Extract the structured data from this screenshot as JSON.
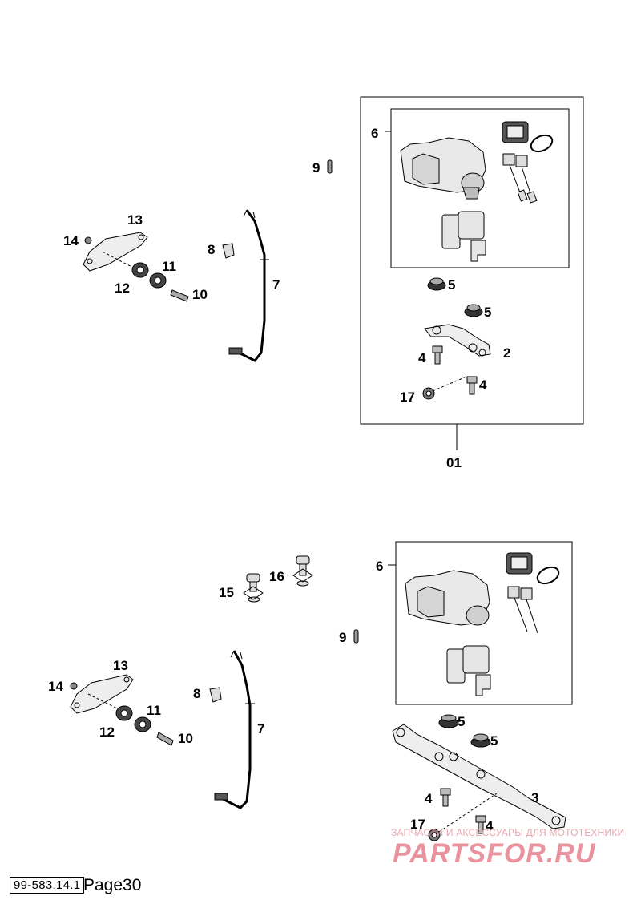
{
  "diagram_title": "",
  "top_assembly": {
    "group_label": "01",
    "labels": {
      "p6": "6",
      "p9": "9",
      "p8": "8",
      "p7": "7",
      "p13": "13",
      "p14": "14",
      "p11": "11",
      "p12": "12",
      "p10": "10",
      "p5a": "5",
      "p5b": "5",
      "p4a": "4",
      "p2": "2",
      "p17": "17",
      "p4b": "4"
    }
  },
  "bottom_assembly": {
    "labels": {
      "p6": "6",
      "p9": "9",
      "p15": "15",
      "p16": "16",
      "p13": "13",
      "p14": "14",
      "p8": "8",
      "p11": "11",
      "p12": "12",
      "p10": "10",
      "p7": "7",
      "p5a": "5",
      "p5b": "5",
      "p4a": "4",
      "p3": "3",
      "p17": "17",
      "p4b": "4"
    }
  },
  "footer": {
    "code": "99-583.14.1",
    "page": "Page30"
  },
  "watermark": {
    "subtitle": "ЗАПЧАСТИ И АКСЕССУАРЫ ДЛЯ МОТОТЕХНИКИ",
    "brand": "PARTSFOR.RU"
  }
}
